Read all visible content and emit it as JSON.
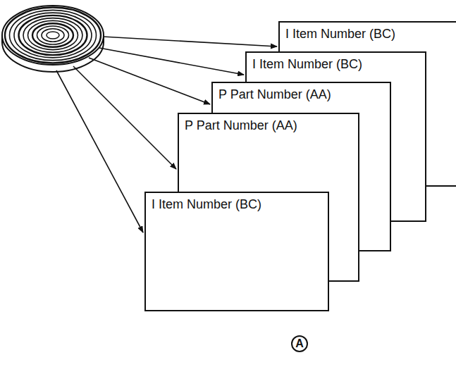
{
  "diagram": {
    "nodes": [
      {
        "text": [
          "I Item Number (BC)"
        ]
      },
      {
        "text": [
          "I Item Number (BC)"
        ]
      },
      {
        "text": [
          "P Part Number (AA)"
        ]
      },
      {
        "text": [
          "P Part Number (AA)"
        ]
      },
      {
        "text": [
          "I Item Number (BC)"
        ]
      }
    ],
    "labels": [
      "A"
    ]
  }
}
